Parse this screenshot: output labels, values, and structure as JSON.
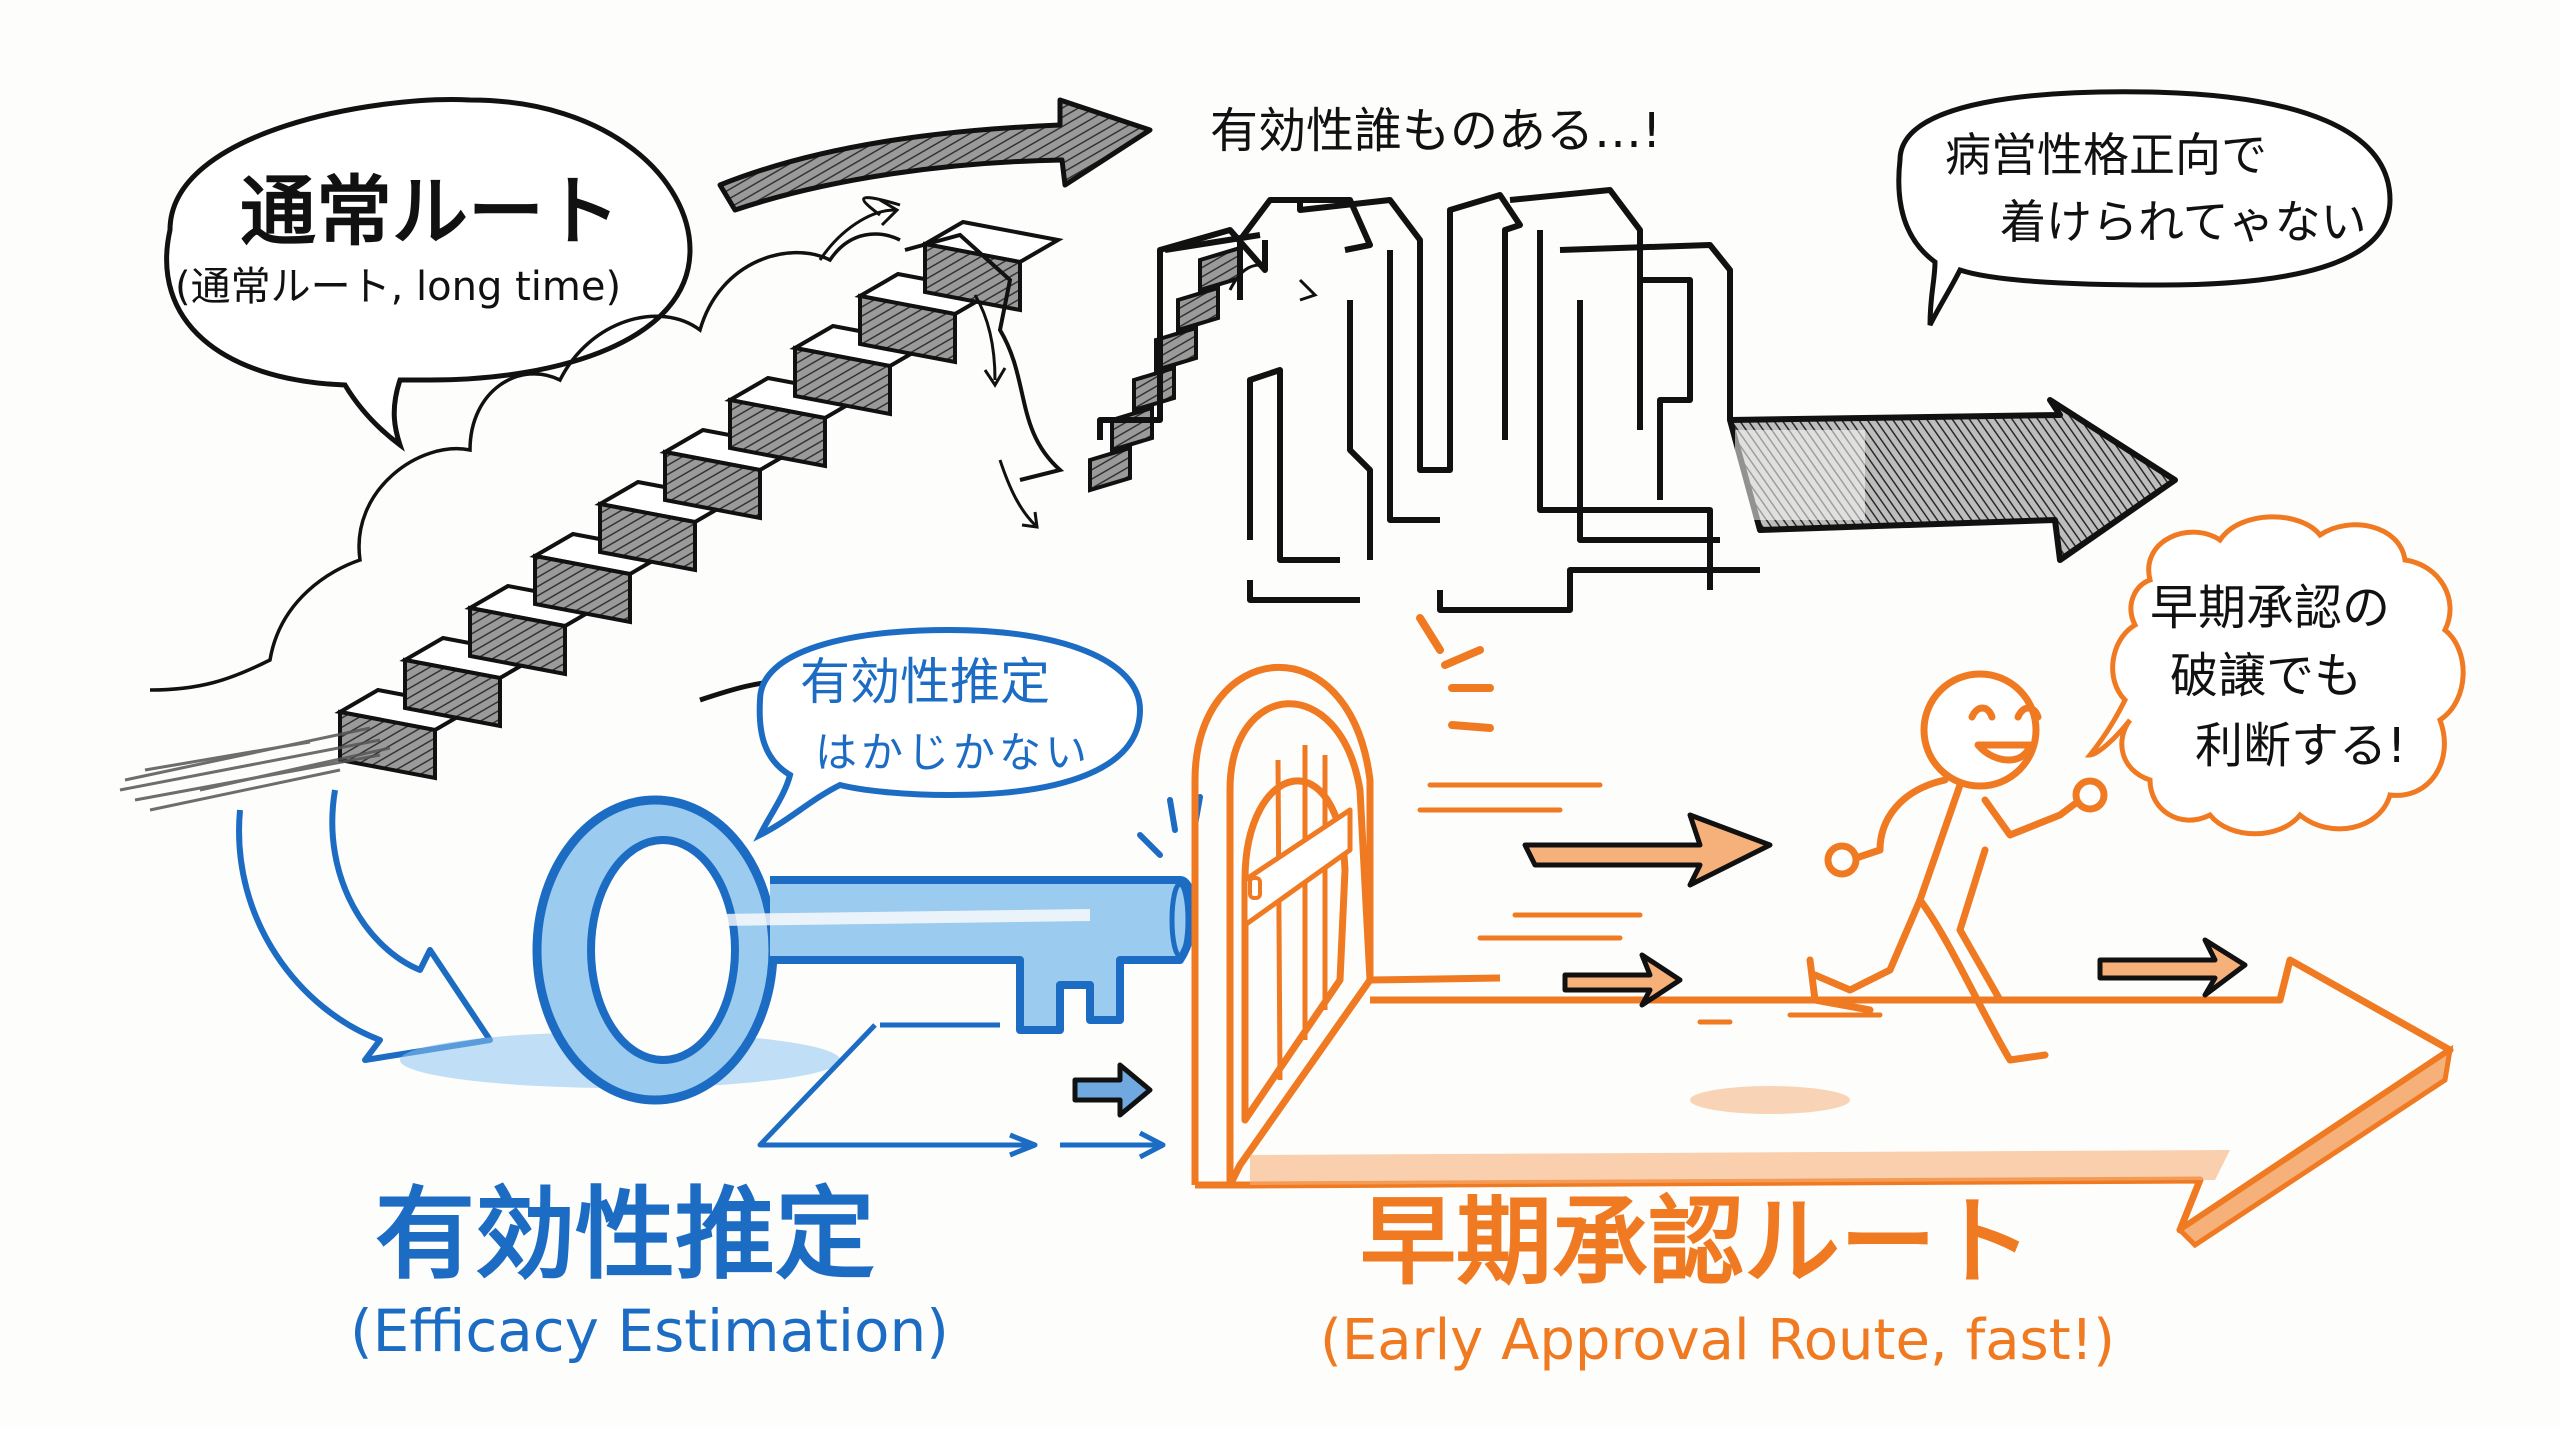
{
  "colors": {
    "ink": "#111111",
    "blue": "#1c6cc4",
    "light_blue": "#8ec4ee",
    "orange": "#f07a22",
    "light_orange": "#f6b07a",
    "background": "#fdfdfc",
    "pencil_gray": "#555555"
  },
  "normal_route": {
    "bubble_title": "通常ルート",
    "bubble_subtitle": "(通常ルート, long time)",
    "note_top": "有効性誰ものある…!",
    "bubble_right_line1": "病営性格正向で",
    "bubble_right_line2": "着けられてゃない",
    "icons": [
      "staircase-icon",
      "maze-icon",
      "curved-arrow-icon",
      "big-arrow-icon"
    ]
  },
  "efficacy": {
    "bubble_line1": "有効性推定",
    "bubble_line2": "はかじかない",
    "label_title": "有効性推定",
    "label_subtitle": "(Efficacy Estimation)",
    "icons": [
      "key-icon",
      "curved-arrow-icon",
      "arrow-right-icon"
    ]
  },
  "early_approval": {
    "bubble_line1": "早期承認の",
    "bubble_line2": "破譲でも",
    "bubble_line3": "利断する!",
    "label_title": "早期承認ルート",
    "label_subtitle": "(Early Approval Route, fast!)",
    "icons": [
      "door-icon",
      "running-person-icon",
      "speed-arrow-icon",
      "big-arrow-icon"
    ]
  }
}
